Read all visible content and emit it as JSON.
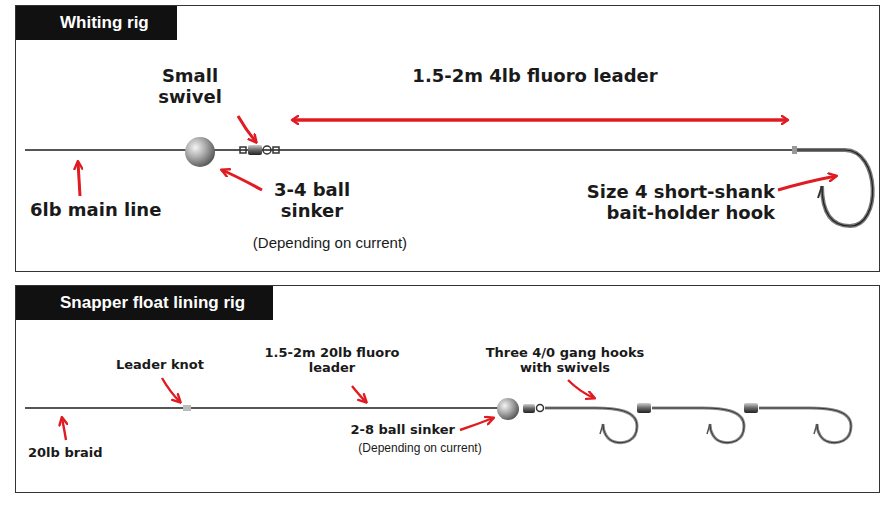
{
  "diagram": {
    "nodes": [
      {
        "text": [
          "Whiting rig"
        ]
      },
      {
        "text": [
          "Snapper float lining rig"
        ]
      }
    ],
    "labels": [
      "Small swivel",
      "1.5-2m 4lb fluoro leader",
      "6lb main line",
      "3-4 ball sinker",
      "(Depending on current)",
      "Size 4 short-shank bait-holder hook",
      "Leader knot",
      "1.5-2m 20lb fluoro leader",
      "Three 4/0 gang hooks with swivels",
      "2-8 ball sinker",
      "(Depending on current)",
      "20lb braid"
    ]
  }
}
